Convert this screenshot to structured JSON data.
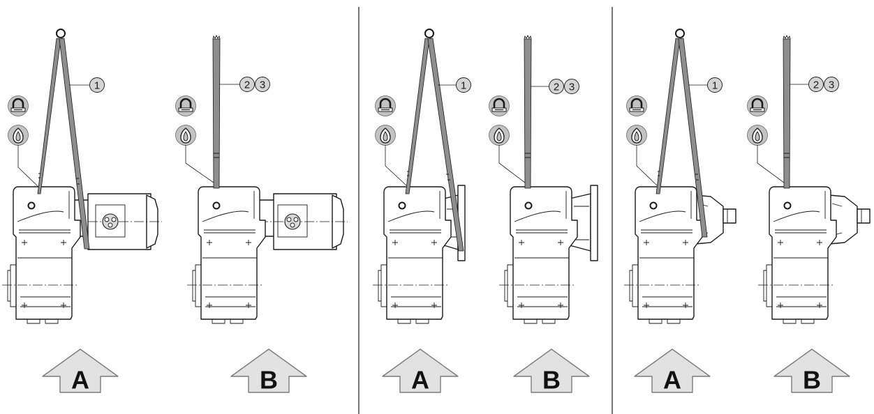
{
  "colors": {
    "line": "#1a1a1a",
    "sling": "#8e8e8e",
    "callout_fill": "#d4d4d4",
    "arrow_fill": "#e2e2e2",
    "icon_fill": "#c2c2c2"
  },
  "panels": [
    {
      "attachment": "motor",
      "views": [
        {
          "sling_type": "two-leg",
          "callout_labels": [
            "1"
          ],
          "arrow_label": "A"
        },
        {
          "sling_type": "single-leg",
          "callout_labels": [
            "2",
            "3"
          ],
          "arrow_label": "B"
        }
      ]
    },
    {
      "attachment": "flange",
      "views": [
        {
          "sling_type": "two-leg",
          "callout_labels": [
            "1"
          ],
          "arrow_label": "A"
        },
        {
          "sling_type": "single-leg",
          "callout_labels": [
            "2",
            "3"
          ],
          "arrow_label": "B"
        }
      ]
    },
    {
      "attachment": "shaft",
      "views": [
        {
          "sling_type": "two-leg",
          "callout_labels": [
            "1"
          ],
          "arrow_label": "A"
        },
        {
          "sling_type": "single-leg",
          "callout_labels": [
            "2",
            "3"
          ],
          "arrow_label": "B"
        }
      ]
    }
  ],
  "icons": [
    "shackle-icon",
    "hook-icon",
    "motor-terminal-icon"
  ]
}
